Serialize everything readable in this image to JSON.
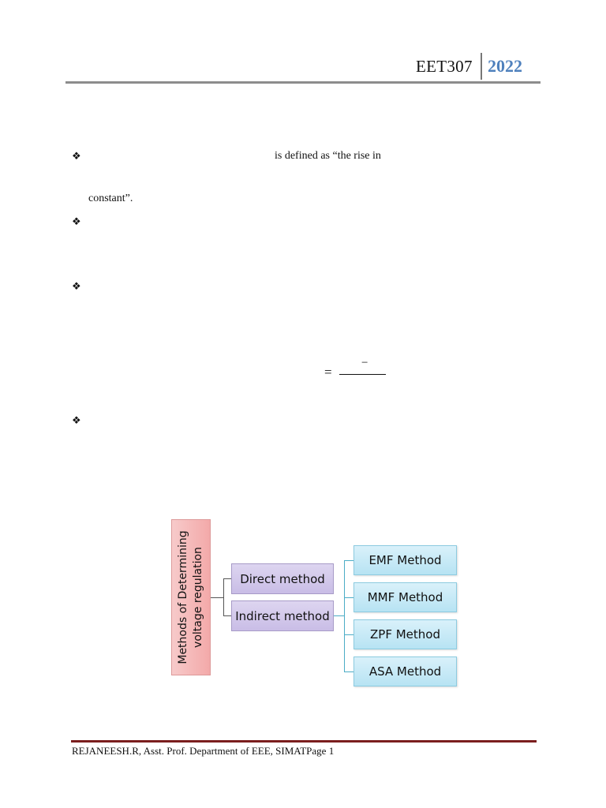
{
  "header": {
    "course_code": "EET307",
    "year": "2022"
  },
  "bullet_symbol": "❖",
  "body": {
    "line1_fragment": "is defined as “the rise in",
    "line2_fragment": "constant”."
  },
  "equation": {
    "equals": "=",
    "numerator_symbol": "−"
  },
  "diagram": {
    "root": "Methods of Determining voltage regulation",
    "root_lines": [
      "Methods of Determining",
      "voltage regulation"
    ],
    "branches": [
      "Direct method",
      "Indirect method"
    ],
    "indirect_children": [
      "EMF Method",
      "MMF Method",
      "ZPF Method",
      "ASA Method"
    ],
    "colors": {
      "root": "#f3a9a9",
      "branch": "#c9bde6",
      "leaf": "#b7e3f3",
      "connector": "#4bacc6"
    }
  },
  "footer": {
    "text": "REJANEESH.R, Asst. Prof. Department of EEE, SIMATPage 1"
  }
}
